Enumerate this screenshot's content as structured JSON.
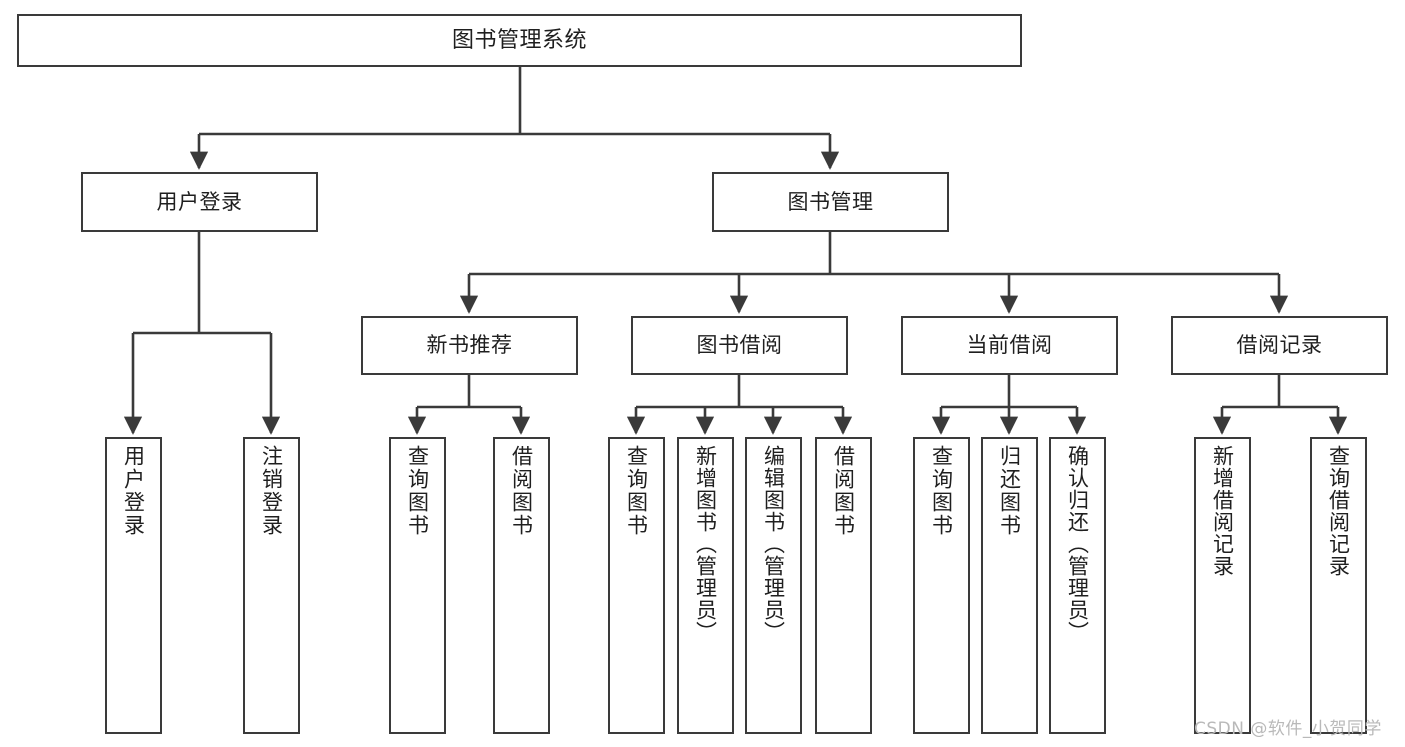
{
  "diagram": {
    "title": "图书管理系统",
    "type": "tree-hierarchy-chart",
    "watermark": "CSDN @软件_小贺同学",
    "colors": {
      "node_border": "#3a3a3a",
      "node_fill": "#ffffff",
      "connector": "#3a3a3a",
      "text": "#1f1f1f",
      "watermark": "#b9b9b9",
      "background": "#ffffff"
    },
    "nodes": {
      "root": {
        "label": "图书管理系统"
      },
      "level2": [
        {
          "id": "user-login",
          "label": "用户登录"
        },
        {
          "id": "book-management",
          "label": "图书管理"
        }
      ],
      "level3": [
        {
          "id": "new-book-recommend",
          "label": "新书推荐"
        },
        {
          "id": "book-borrow",
          "label": "图书借阅"
        },
        {
          "id": "current-borrow",
          "label": "当前借阅"
        },
        {
          "id": "borrow-record",
          "label": "借阅记录"
        }
      ],
      "leaves": {
        "user_login": [
          {
            "id": "leaf-user-login",
            "label": "用户登录"
          },
          {
            "id": "leaf-logout-login",
            "label": "注销登录"
          }
        ],
        "new_book_recommend": [
          {
            "id": "leaf-query-book-1",
            "label": "查询图书"
          },
          {
            "id": "leaf-borrow-book-1",
            "label": "借阅图书"
          }
        ],
        "book_borrow": [
          {
            "id": "leaf-query-book-2",
            "label": "查询图书"
          },
          {
            "id": "leaf-add-book",
            "label": "新增图书（管理员）"
          },
          {
            "id": "leaf-edit-book",
            "label": "编辑图书（管理员）"
          },
          {
            "id": "leaf-borrow-book-2",
            "label": "借阅图书"
          }
        ],
        "current_borrow": [
          {
            "id": "leaf-query-book-3",
            "label": "查询图书"
          },
          {
            "id": "leaf-return-book",
            "label": "归还图书"
          },
          {
            "id": "leaf-confirm-return",
            "label": "确认归还（管理员）"
          }
        ],
        "borrow_record": [
          {
            "id": "leaf-add-record",
            "label": "新增借阅记录"
          },
          {
            "id": "leaf-query-record",
            "label": "查询借阅记录"
          }
        ]
      }
    }
  }
}
